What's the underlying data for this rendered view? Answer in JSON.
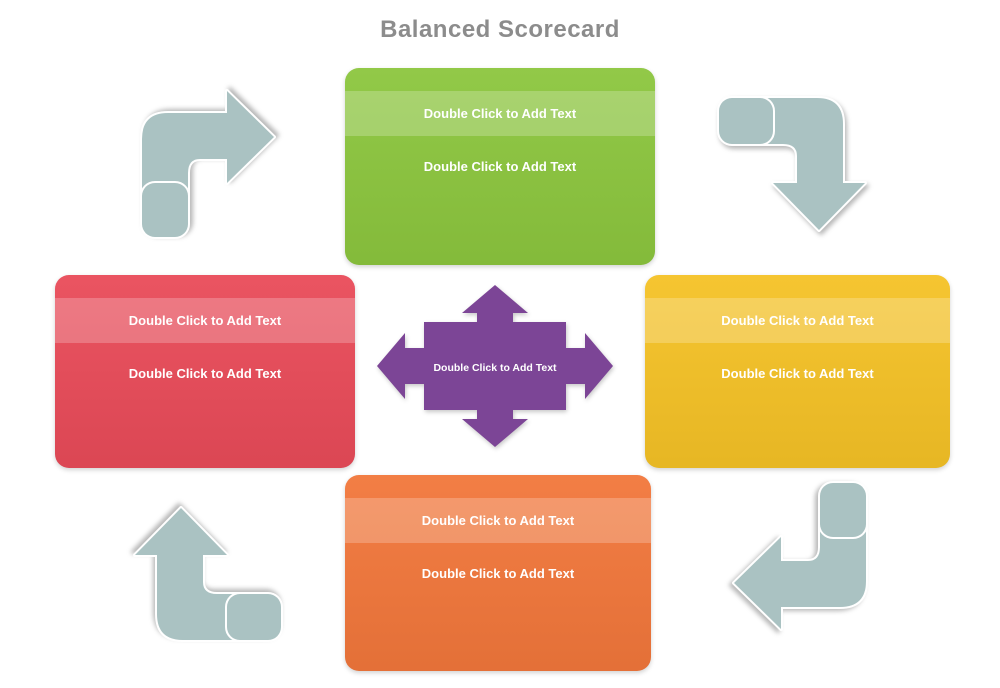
{
  "title": "Balanced Scorecard",
  "title_color": "#8C8C8C",
  "center": {
    "label": "Double Click to Add Text",
    "color": "#7C4596"
  },
  "nodes": {
    "top": {
      "color": "#8CC63E",
      "lines": [
        "Double Click to Add Text",
        "Double Click to Add Text"
      ]
    },
    "right": {
      "color": "#F5C226",
      "lines": [
        "Double Click to Add Text",
        "Double Click to Add Text"
      ]
    },
    "bottom": {
      "color": "#F2773B",
      "lines": [
        "Double Click to Add Text",
        "Double Click to Add Text"
      ]
    },
    "left": {
      "color": "#E94B59",
      "lines": [
        "Double Click to Add Text",
        "Double Click to Add Text"
      ]
    }
  },
  "arrows": {
    "color": "#AAC2C2"
  }
}
